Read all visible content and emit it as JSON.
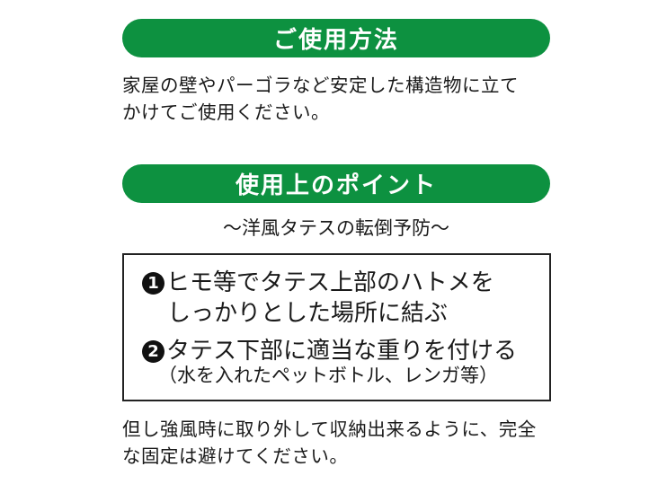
{
  "usage": {
    "title": "ご使用方法",
    "lines": [
      "家屋の壁やパーゴラなど安定した構造物に立て",
      "かけてご使用ください。"
    ]
  },
  "points": {
    "title": "使用上のポイント",
    "subtitle": "～洋風タテスの転倒予防～",
    "items": [
      {
        "number": "1",
        "lines": [
          "ヒモ等でタテス上部のハトメを",
          "しっかりとした場所に結ぶ"
        ]
      },
      {
        "number": "2",
        "lines": [
          "タテス下部に適当な重りを付ける",
          "（水を入れたペットボトル、レンガ等）"
        ]
      }
    ]
  },
  "note": {
    "lines": [
      "但し強風時に取り外して収納出来るように、完全",
      "な固定は避けてください。"
    ]
  }
}
